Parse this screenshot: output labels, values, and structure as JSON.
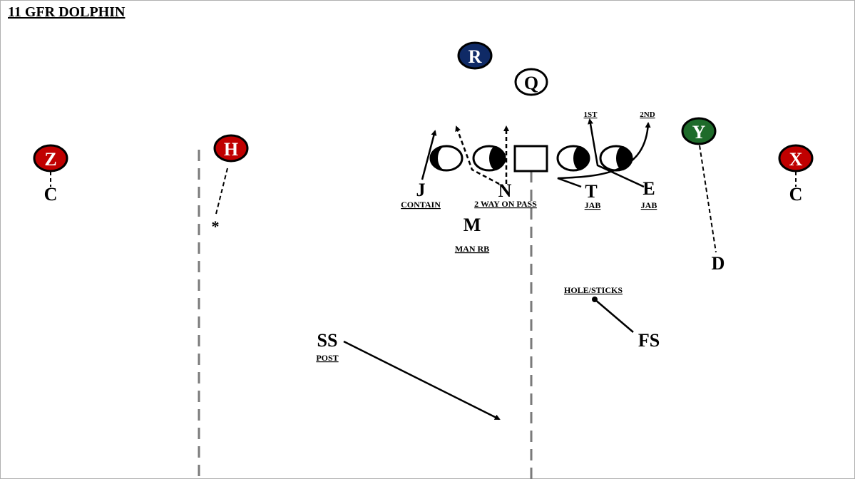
{
  "title": "11 GFR DOLPHIN",
  "colors": {
    "red": "#c00000",
    "navy": "#0f2a66",
    "green": "#1e6b2a",
    "dash_gray": "#7a7a7a"
  },
  "offense": {
    "R": "R",
    "Q": "Q",
    "Z": "Z",
    "H": "H",
    "Y": "Y",
    "X": "X"
  },
  "defense": {
    "J": "J",
    "N": "N",
    "T": "T",
    "E": "E",
    "M": "M",
    "C_left": "C",
    "C_right": "C",
    "D": "D",
    "SS": "SS",
    "FS": "FS",
    "star": "*"
  },
  "notes": {
    "contain": "CONTAIN",
    "two_way": "2 WAY ON PASS",
    "jab_t": "JAB",
    "jab_e": "JAB",
    "man_rb": "MAN RB",
    "first": "1ST",
    "second": "2ND",
    "hole_sticks": "HOLE/STICKS",
    "post": "POST"
  }
}
